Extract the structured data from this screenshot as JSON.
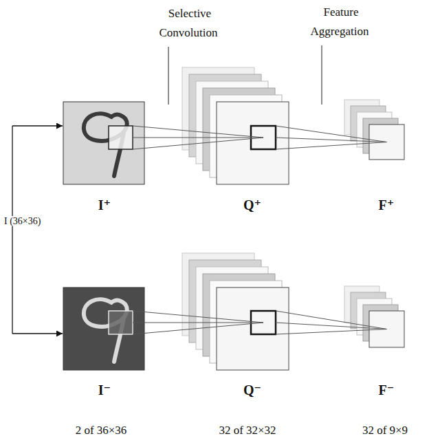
{
  "diagram": {
    "nodes": [
      {
        "text": [
          "I⁺"
        ]
      },
      {
        "text": [
          "Q⁺"
        ]
      },
      {
        "text": [
          "F⁺"
        ]
      },
      {
        "text": [
          "I⁻"
        ]
      },
      {
        "text": [
          "Q⁻"
        ]
      },
      {
        "text": [
          "F⁻"
        ]
      }
    ],
    "edges": [
      {
        "from": 0,
        "to": 1,
        "arrow": "none"
      },
      {
        "from": 1,
        "to": 2,
        "arrow": "none"
      },
      {
        "from": 3,
        "to": 4,
        "arrow": "none"
      },
      {
        "from": 4,
        "to": 5,
        "arrow": "none"
      }
    ],
    "labels": [
      "Selective Convolution",
      "Feature Aggregation",
      "I (36×36)",
      "2 of 36×36",
      "32 of 32×32",
      "32 of 9×9"
    ]
  }
}
